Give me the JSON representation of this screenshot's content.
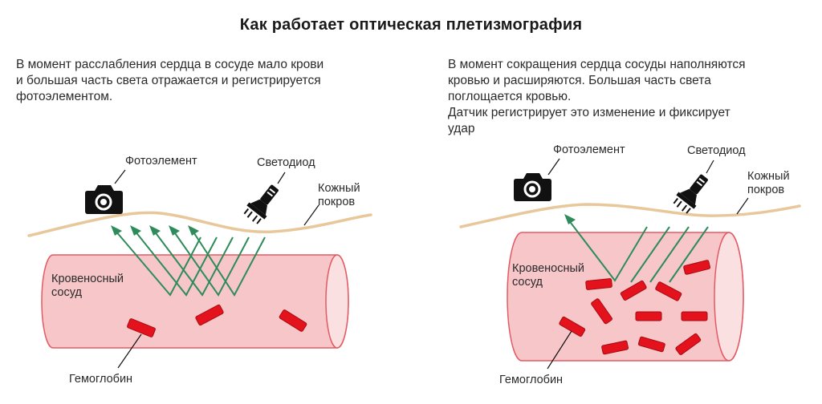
{
  "title": "Как работает оптическая плетизмография",
  "left": {
    "description": [
      "В момент расслабления сердца в сосуде мало крови",
      "и большая часть света отражается и регистрируется",
      "фотоэлементом."
    ],
    "labels": {
      "photo": "Фотоэлемент",
      "led": "Светодиод",
      "skin": [
        "Кожный",
        "покров"
      ],
      "vessel": [
        "Кровеносный",
        "сосуд"
      ],
      "hemo": "Гемоглобин"
    }
  },
  "right": {
    "description": [
      "В момент сокращения сердца сосуды наполняются",
      "кровью и расширяются. Большая часть света",
      "поглощается кровью.",
      "Датчик регистрирует это изменение и фиксирует",
      "удар"
    ],
    "labels": {
      "photo": "Фотоэлемент",
      "led": "Светодиод",
      "skin": [
        "Кожный",
        "покров"
      ],
      "vessel": [
        "Кровеносный",
        "сосуд"
      ],
      "hemo": "Гемоглобин"
    }
  },
  "colors": {
    "vessel_fill": "#f6c6c8",
    "vessel_edge": "#e35a64",
    "skin_line": "#e8c79a",
    "light_ray": "#2e8b5a",
    "blood_cell": "#e3121c",
    "icon": "#111111"
  },
  "icons": {
    "photo_element": "camera-icon",
    "led": "flashlight-icon"
  }
}
